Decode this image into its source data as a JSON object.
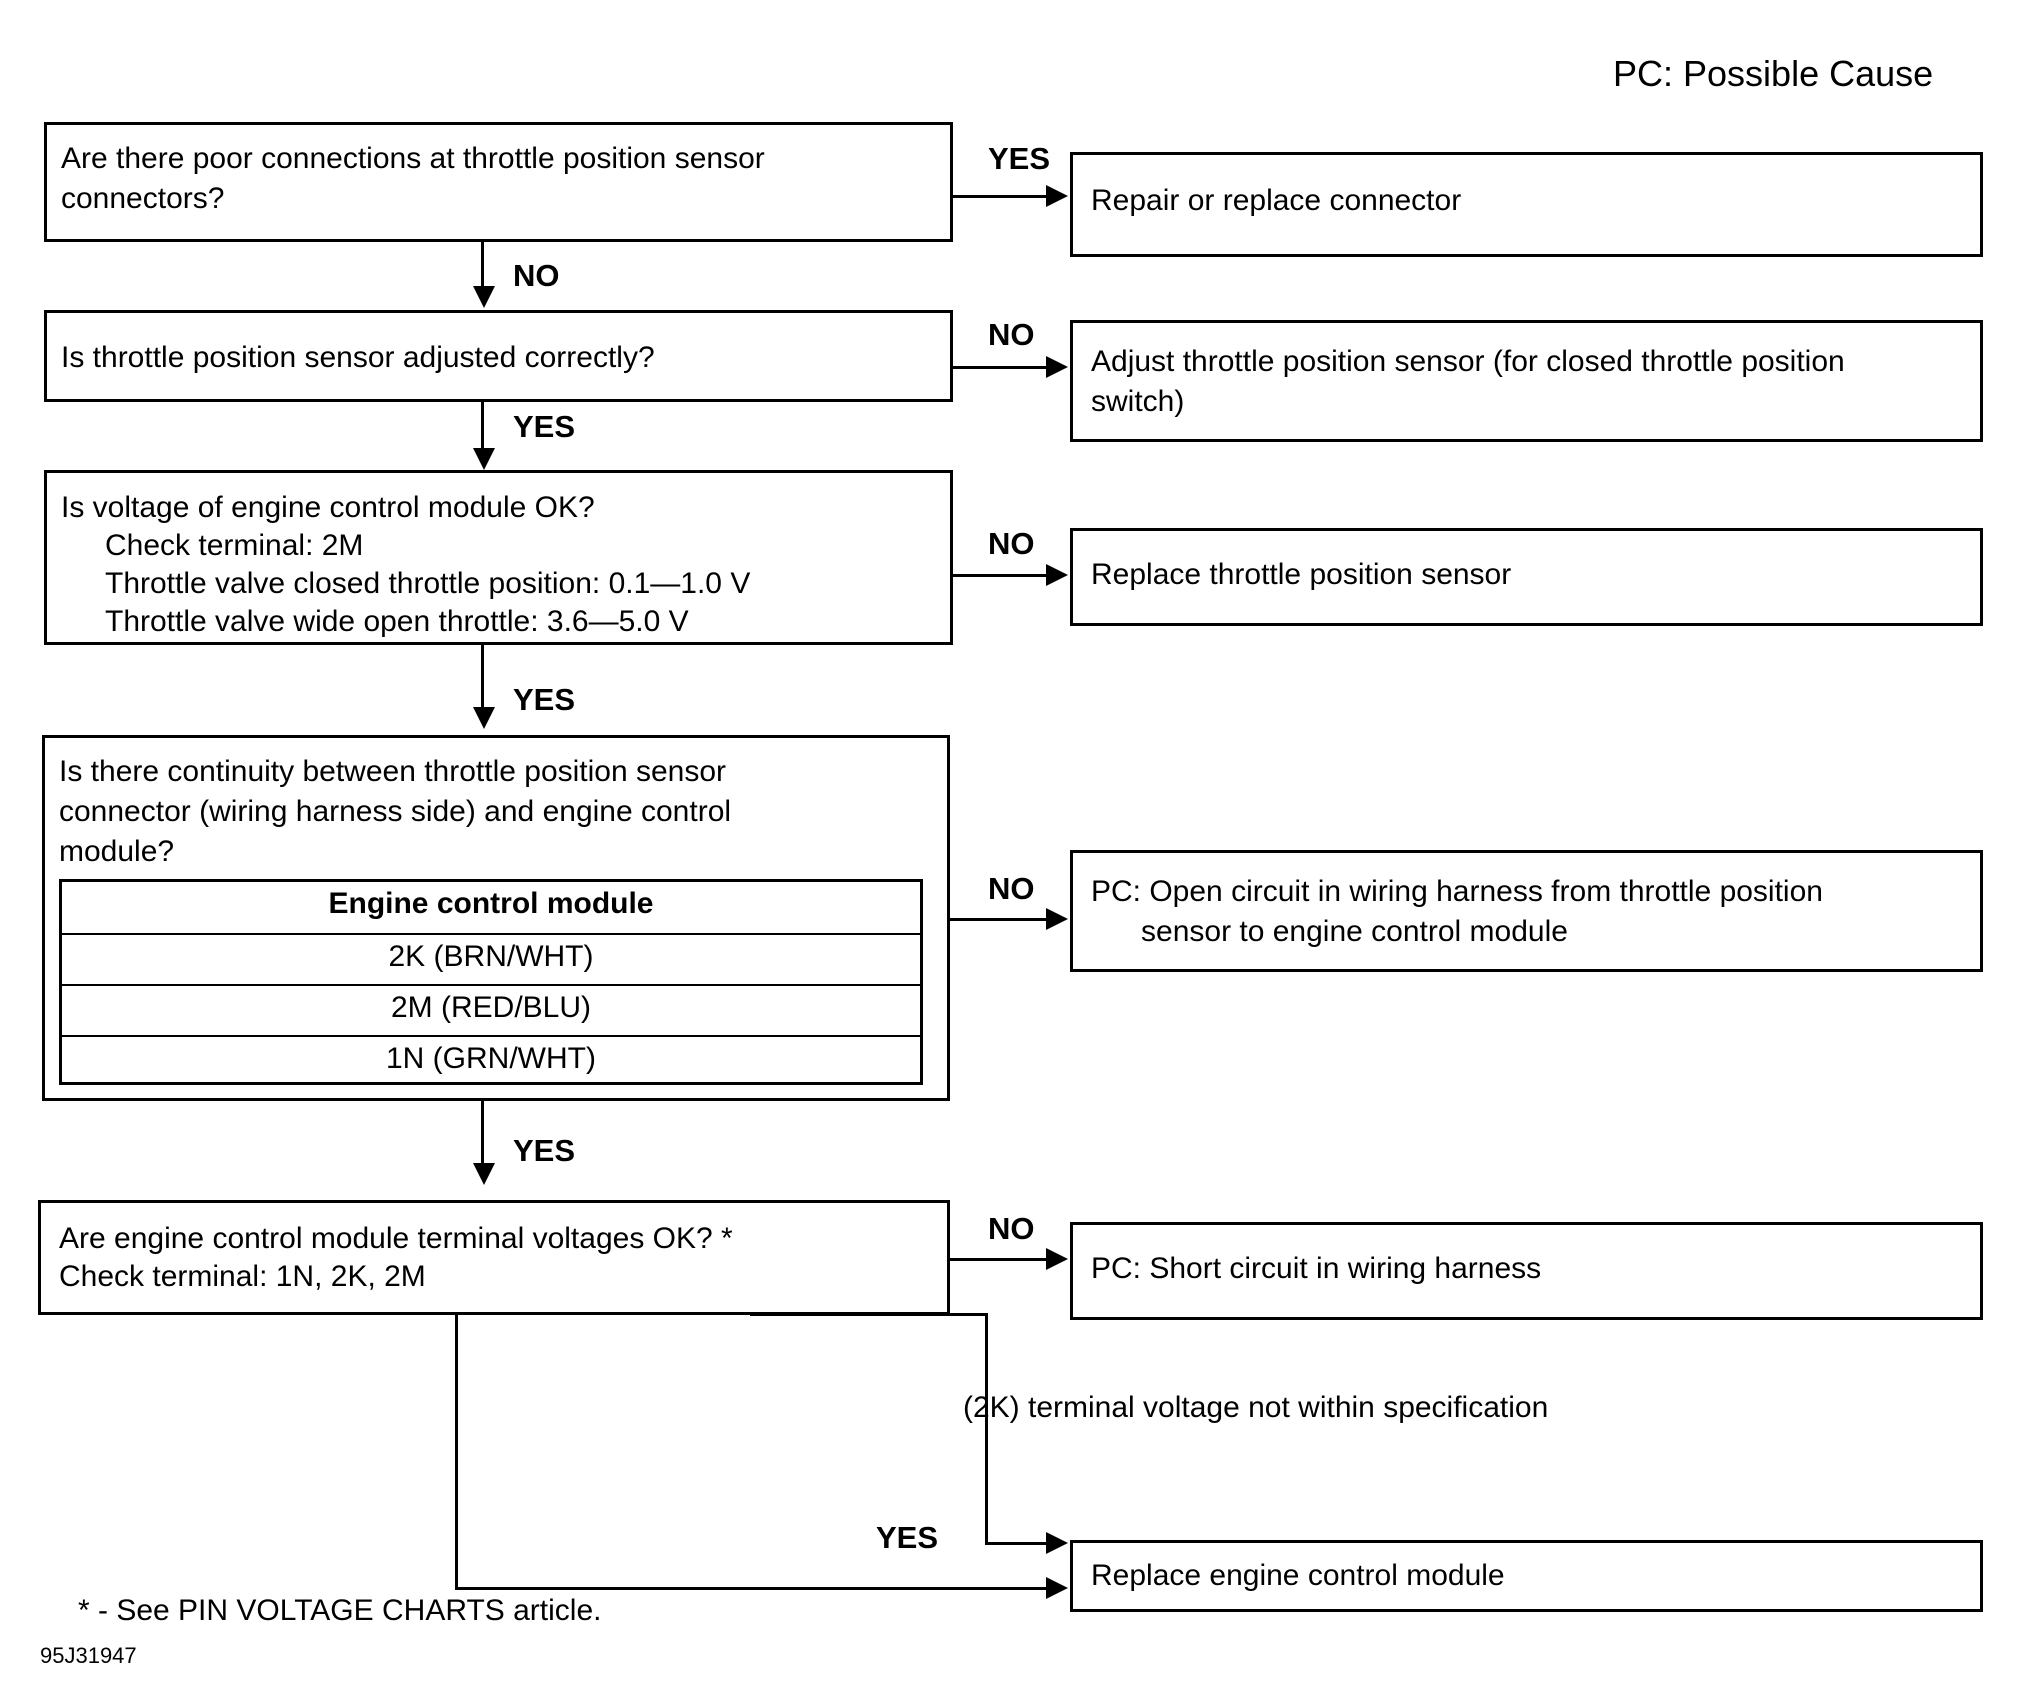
{
  "legend": "PC: Possible Cause",
  "nodes": {
    "q1": "Are there poor connections at throttle position sensor\nconnectors?",
    "a1": "Repair or replace connector",
    "q2": "Is throttle position sensor adjusted correctly?",
    "a2": "Adjust throttle position sensor (for closed throttle position\nswitch)",
    "q3_line1": "Is voltage of engine control module OK?",
    "q3_line2": "Check terminal: 2M",
    "q3_line3": "Throttle valve closed throttle position: 0.1—1.0 V",
    "q3_line4": "Throttle valve wide open throttle: 3.6—5.0 V",
    "a3": "Replace throttle position sensor",
    "q4": "Is there continuity between throttle position sensor\nconnector (wiring harness side) and engine control\nmodule?",
    "a4": "PC: Open circuit in wiring harness from throttle position\n      sensor to engine control module",
    "q5_line1": "Are engine control module terminal voltages OK? *",
    "q5_line2": "Check terminal: 1N, 2K, 2M",
    "a5": "PC: Short circuit in wiring harness",
    "a6": "Replace engine control module"
  },
  "ecm_table": {
    "header": "Engine control module",
    "rows": [
      "2K (BRN/WHT)",
      "2M (RED/BLU)",
      "1N (GRN/WHT)"
    ]
  },
  "edges": {
    "q1_yes": "YES",
    "q1_no": "NO",
    "q2_no": "NO",
    "q2_yes": "YES",
    "q3_no": "NO",
    "q3_yes": "YES",
    "q4_no": "NO",
    "q4_yes": "YES",
    "q5_no": "NO",
    "q5_yes": "YES",
    "q5_2k_note": "(2K) terminal voltage not within specification"
  },
  "footnote": "* - See PIN VOLTAGE CHARTS article.",
  "figure_code": "95J31947"
}
